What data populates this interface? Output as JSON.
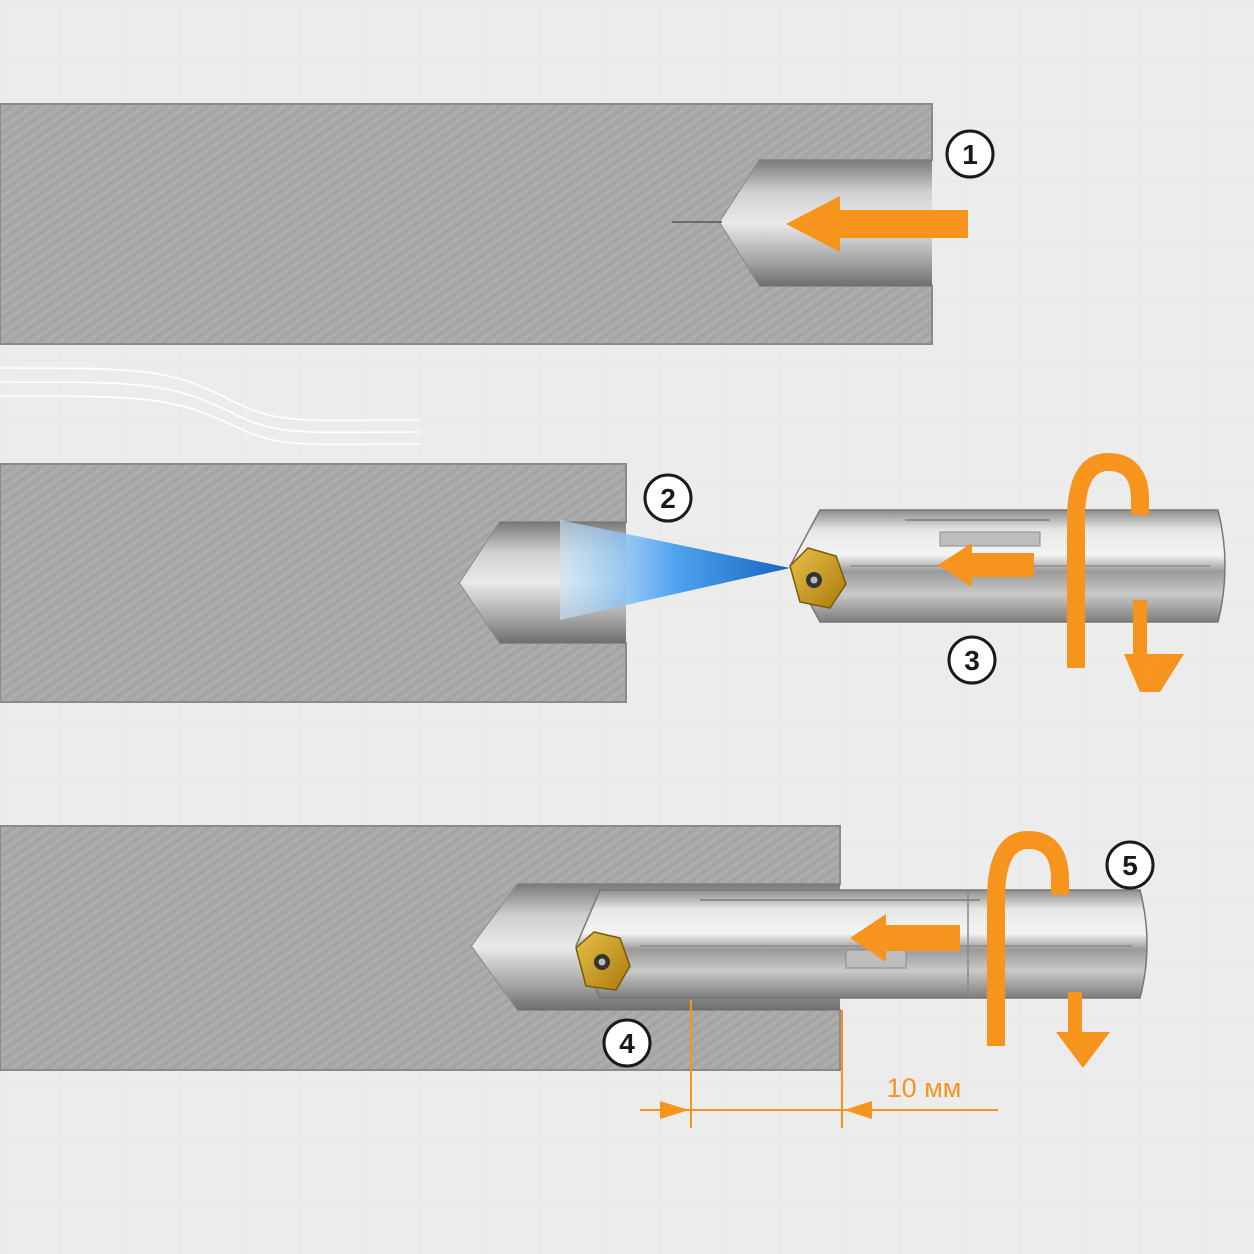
{
  "steps": [
    {
      "number": "1"
    },
    {
      "number": "2"
    },
    {
      "number": "3"
    },
    {
      "number": "4"
    },
    {
      "number": "5"
    }
  ],
  "dimension": {
    "label": "10 мм"
  },
  "colors": {
    "accent": "#f7941d",
    "metal": "#a9a9a9",
    "metal_edge": "#8a8a8a",
    "background": "#ececec",
    "coolant": "#1e88e5",
    "insert": "#d4a017"
  }
}
